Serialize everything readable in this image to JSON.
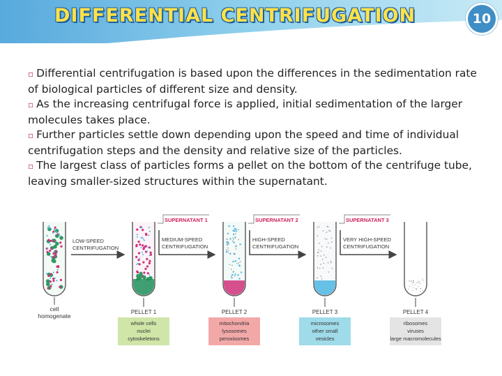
{
  "slide": {
    "title": "DIFFERENTIAL CENTRIFUGATION",
    "number": "10"
  },
  "bullets": [
    "Differential centrifugation is based upon the differences in the sedimentation rate of biological particles of different size and density.",
    "As the increasing centrifugal force is applied, initial sedimentation of the larger molecules takes place.",
    "Further particles settle down depending upon the speed and time of individual centrifugation steps and the density and relative size of the particles.",
    "The largest class of particles forms a pellet on the bottom of the centrifuge tube, leaving smaller-sized structures within the supernatant."
  ],
  "diagram": {
    "start_label": [
      "cell",
      "homogenate"
    ],
    "steps": [
      {
        "arrow_label": [
          "LOW-SPEED",
          "CENTRIFUGATION"
        ]
      },
      {
        "supernatant": "SUPERNATANT 1",
        "arrow_label": [
          "MEDIUM-SPEED",
          "CENTRIFUGATION"
        ]
      },
      {
        "supernatant": "SUPERNATANT 2",
        "arrow_label": [
          "HIGH-SPEED",
          "CENTRIFUGATION"
        ]
      },
      {
        "supernatant": "SUPERNATANT 3",
        "arrow_label": [
          "VERY HIGH-SPEED",
          "CENTRIFUGATION"
        ]
      }
    ],
    "pellets": [
      {
        "label": "PELLET 1",
        "contents": [
          "whole cells",
          "nuclei",
          "cytoskeletons"
        ],
        "box_color": "#cfe6a8",
        "pellet_color": "#1f8f5a"
      },
      {
        "label": "PELLET 2",
        "contents": [
          "mitochondria",
          "lysosomes",
          "peroxisomes"
        ],
        "box_color": "#f3a8a8",
        "pellet_color": "#d0307a"
      },
      {
        "label": "PELLET 3",
        "contents": [
          "microsomes",
          "other small",
          "vesicles"
        ],
        "box_color": "#9fdbe8",
        "pellet_color": "#4db6e0"
      },
      {
        "label": "PELLET 4",
        "contents": [
          "ribosomes",
          "viruses",
          "large macromolecules"
        ],
        "box_color": "#e4e4e4",
        "pellet_color": "#b8b8b8"
      }
    ],
    "colors": {
      "label_red": "#d0205a",
      "green_particle": "#2e9a63",
      "pink_particle": "#d0307a",
      "blue_particle": "#4db6e0",
      "grey_particle": "#9a9a9a"
    }
  }
}
